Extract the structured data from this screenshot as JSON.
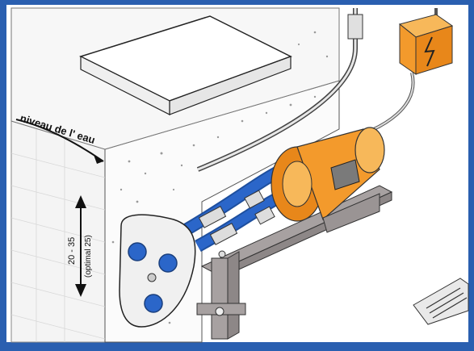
{
  "labels": {
    "water_level": "niveau de l' eau",
    "depth_range": "20 - 35",
    "depth_optimal": "(optimal 25)"
  },
  "colors": {
    "frame_blue": "#2a5fb0",
    "background": "#ffffff",
    "pump_orange": "#f39a2c",
    "hose_blue": "#2b66c9",
    "bracket_gray": "#9a9494",
    "outline": "#222222",
    "wall_speckle": "#c9c9c9"
  },
  "icons": {
    "junction_box": "lightning-bolt-icon"
  }
}
